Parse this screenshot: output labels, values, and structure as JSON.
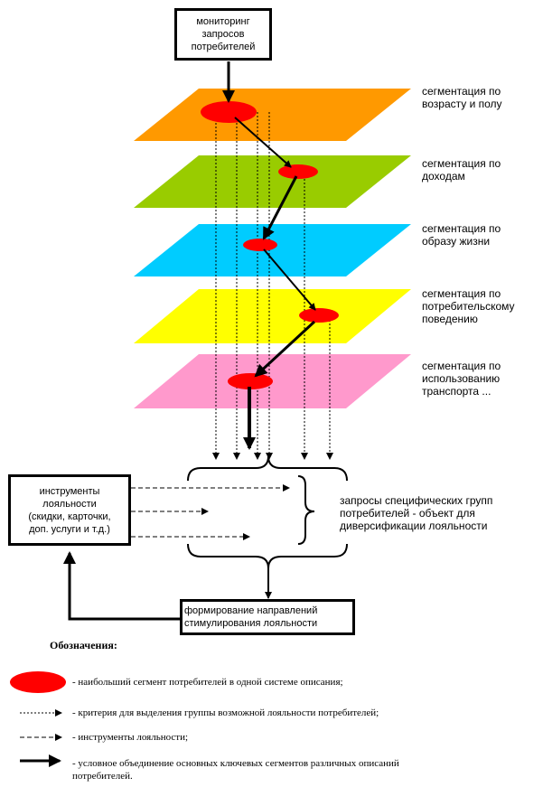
{
  "boxes": {
    "monitoring": "мониторинг\nзапросов\nпотребителей",
    "loyalty_tools": "инструменты\nлояльности\n(скидки, карточки,\nдоп. услуги и т.д.)",
    "formation": "формирование направлений\nстимулирования лояльности"
  },
  "layers": [
    {
      "label": "сегментация по\nвозрасту и полу",
      "color": "#ff9900"
    },
    {
      "label": "сегментация по\nдоходам",
      "color": "#99cc00"
    },
    {
      "label": "сегментация по\nобразу жизни",
      "color": "#00ccff"
    },
    {
      "label": "сегментация по\nпотребительскому\nповедению",
      "color": "#ffff00"
    },
    {
      "label": "сегментация по\nиспользованию\nтранспорта ...",
      "color": "#ff99cc"
    }
  ],
  "requests_label": "запросы специфических групп\nпотребителей - объект для\nдиверсификации лояльности",
  "legend": {
    "title": "Обозначения:",
    "items": [
      {
        "icon": "red-ellipse-icon",
        "text": "- наибольший сегмент  потребителей в одной системе описания;"
      },
      {
        "icon": "dotted-arrow-icon",
        "text": "- критерия для выделения группы возможной лояльности потребителей;"
      },
      {
        "icon": "dashed-arrow-icon",
        "text": "- инструменты лояльности;"
      },
      {
        "icon": "thick-arrow-icon",
        "text": "- условное объединение основных ключевых сегментов различных описаний\nпотребителей."
      }
    ]
  },
  "colors": {
    "segment": "#ff0000",
    "line": "#000000"
  }
}
